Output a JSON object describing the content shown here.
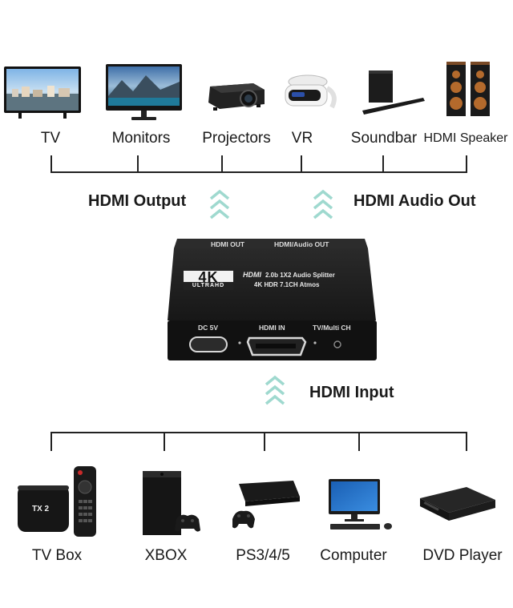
{
  "outputs": {
    "devices": [
      {
        "label": "TV",
        "icon": "tv-icon"
      },
      {
        "label": "Monitors",
        "icon": "monitor-icon"
      },
      {
        "label": "Projectors",
        "icon": "projector-icon"
      },
      {
        "label": "VR",
        "icon": "vr-headset-icon"
      },
      {
        "label": "Soundbar",
        "icon": "soundbar-icon"
      },
      {
        "label": "HDMI Speaker",
        "icon": "speaker-icon"
      }
    ],
    "hdmi_output_label": "HDMI Output",
    "hdmi_audio_out_label": "HDMI Audio Out"
  },
  "device": {
    "top_port_left": "HDMI OUT",
    "top_port_right": "HDMI/Audio OUT",
    "badge_main": "4K",
    "badge_sub": "ULTRAHD",
    "brand": "HDMI",
    "spec_line1": "2.0b  1X2 Audio Splitter",
    "spec_line2": "4K HDR 7.1CH Atmos",
    "front_port_left": "DC 5V",
    "front_port_mid": "HDMI IN",
    "front_port_right": "TV/Multi CH"
  },
  "input": {
    "hdmi_input_label": "HDMI Input",
    "devices": [
      {
        "label": "TV Box",
        "icon": "tv-box-icon"
      },
      {
        "label": "XBOX",
        "icon": "xbox-icon"
      },
      {
        "label": "PS3/4/5",
        "icon": "playstation-icon"
      },
      {
        "label": "Computer",
        "icon": "computer-icon"
      },
      {
        "label": "DVD Player",
        "icon": "dvd-player-icon"
      }
    ],
    "tv_box_brand": "TX 2"
  },
  "colors": {
    "chevron": "#9fd9cf",
    "device_body": "#1c1c1c",
    "line": "#222222"
  }
}
